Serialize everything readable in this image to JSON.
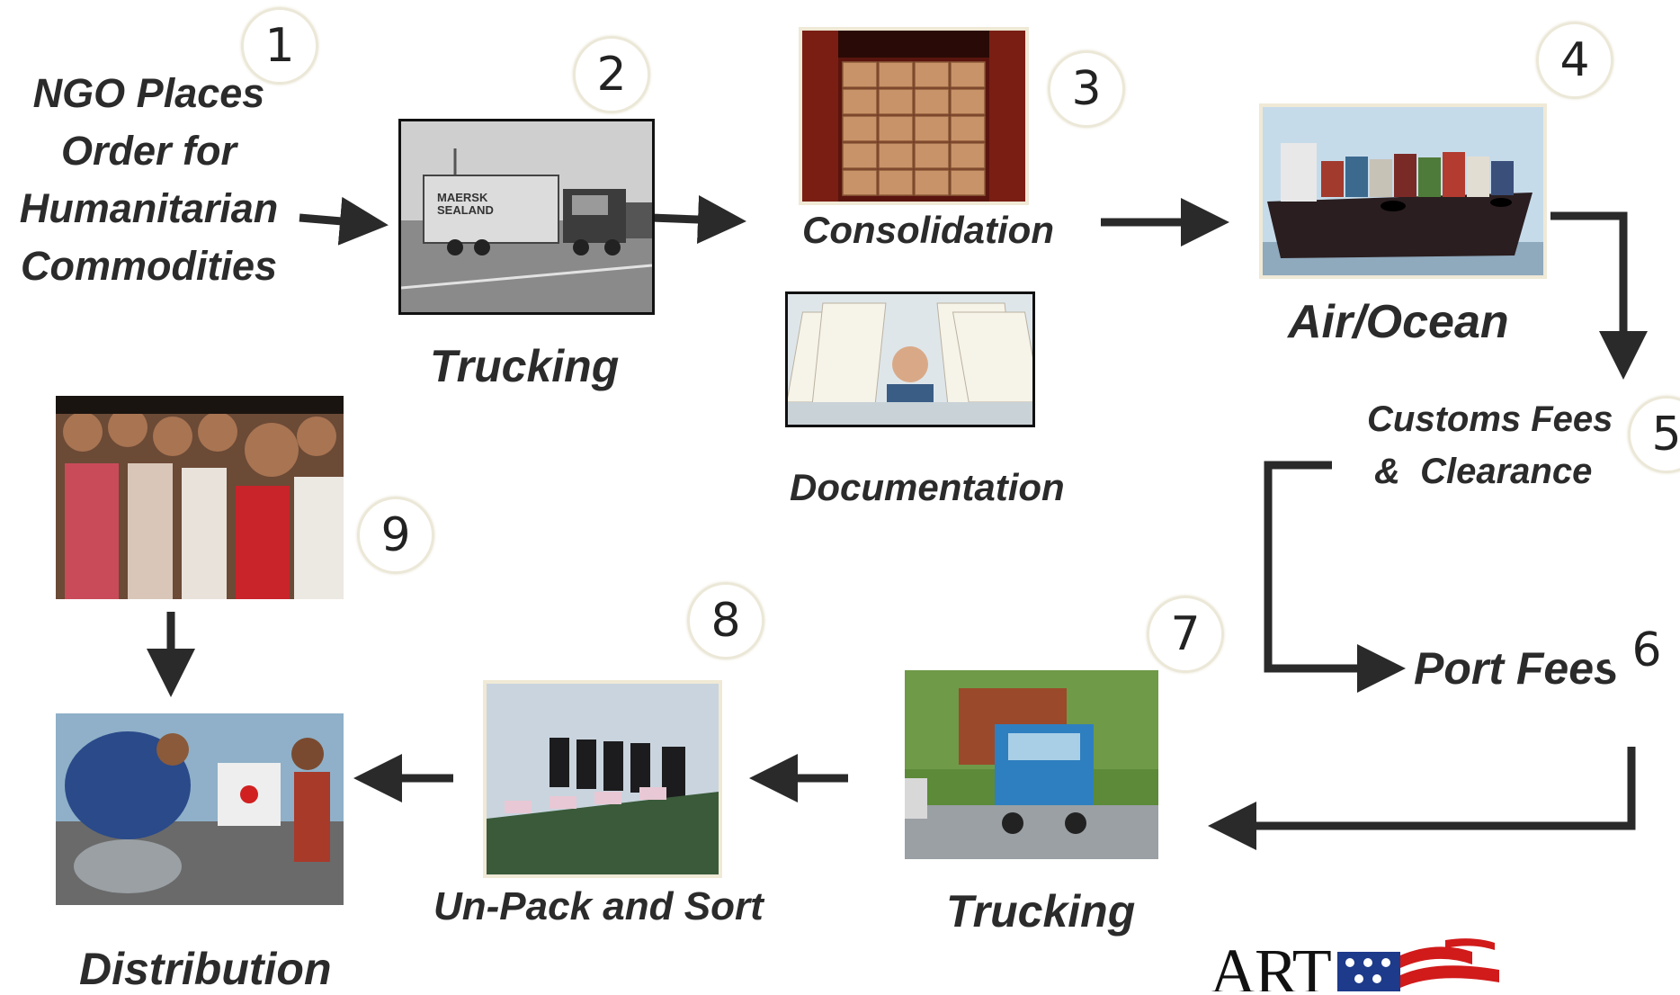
{
  "steps": {
    "s1": {
      "number": "1",
      "label": "NGO Places Order for Humanitarian Commodities"
    },
    "s2": {
      "number": "2",
      "label": "Trucking"
    },
    "s3": {
      "number": "3",
      "label": "Consolidation",
      "label2": "Documentation"
    },
    "s4": {
      "number": "4",
      "label": "Air/Ocean"
    },
    "s5": {
      "number": "5",
      "label_line1": "Customs Fees",
      "label_line2": "&  Clearance"
    },
    "s6": {
      "number": "6",
      "label": "Port Fees"
    },
    "s7": {
      "number": "7",
      "label": "Trucking"
    },
    "s8": {
      "number": "8",
      "label": "Un-Pack and Sort"
    },
    "s9": {
      "number": "9",
      "label": "Distribution"
    }
  },
  "photo_truck_text": "MAERSK SEALAND",
  "logo_text": "ART",
  "colors": {
    "arrow": "#2a2a2a",
    "circle_border": "#ece8d8",
    "text": "#2b2b2b"
  }
}
